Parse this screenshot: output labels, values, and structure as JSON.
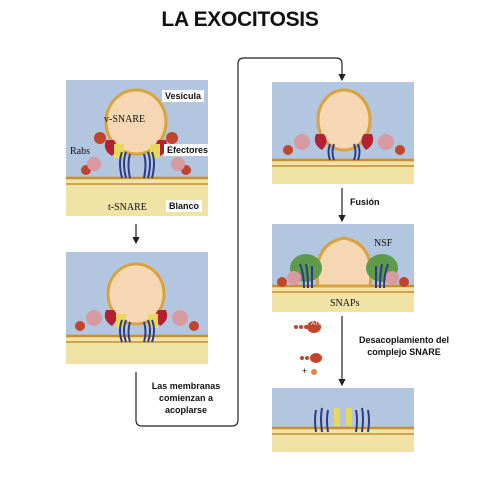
{
  "title": "LA EXOCITOSIS",
  "labels": {
    "vesicula": "Vesícula",
    "v_snare": "v-SNARE",
    "rabs": "Rabs",
    "efectores": "Efectores",
    "t_snare": "t-SNARE",
    "blanco": "Blanco",
    "nsf": "NSF",
    "snaps": "SNAPs",
    "atp": "ATP",
    "plus": "+"
  },
  "steps": {
    "acoplamiento": [
      "Las membranas",
      "comienzan a",
      "acoplarse"
    ],
    "fusion": "Fusión",
    "desacoplamiento": [
      "Desacoplamiento del",
      "complejo SNARE"
    ]
  },
  "colors": {
    "background_blue": "#b3c6e0",
    "membrane": "#f1e2a6",
    "membrane_line": "#c8902c",
    "vesicle_fill": "#f6d7b4",
    "rab": "#c0452a",
    "effector": "#b52032",
    "snare_dark": "#2c3c86",
    "snare_yellow": "#e8d85c",
    "nsf_green": "#5f9a4a",
    "snap_pink": "#d79aa0"
  }
}
